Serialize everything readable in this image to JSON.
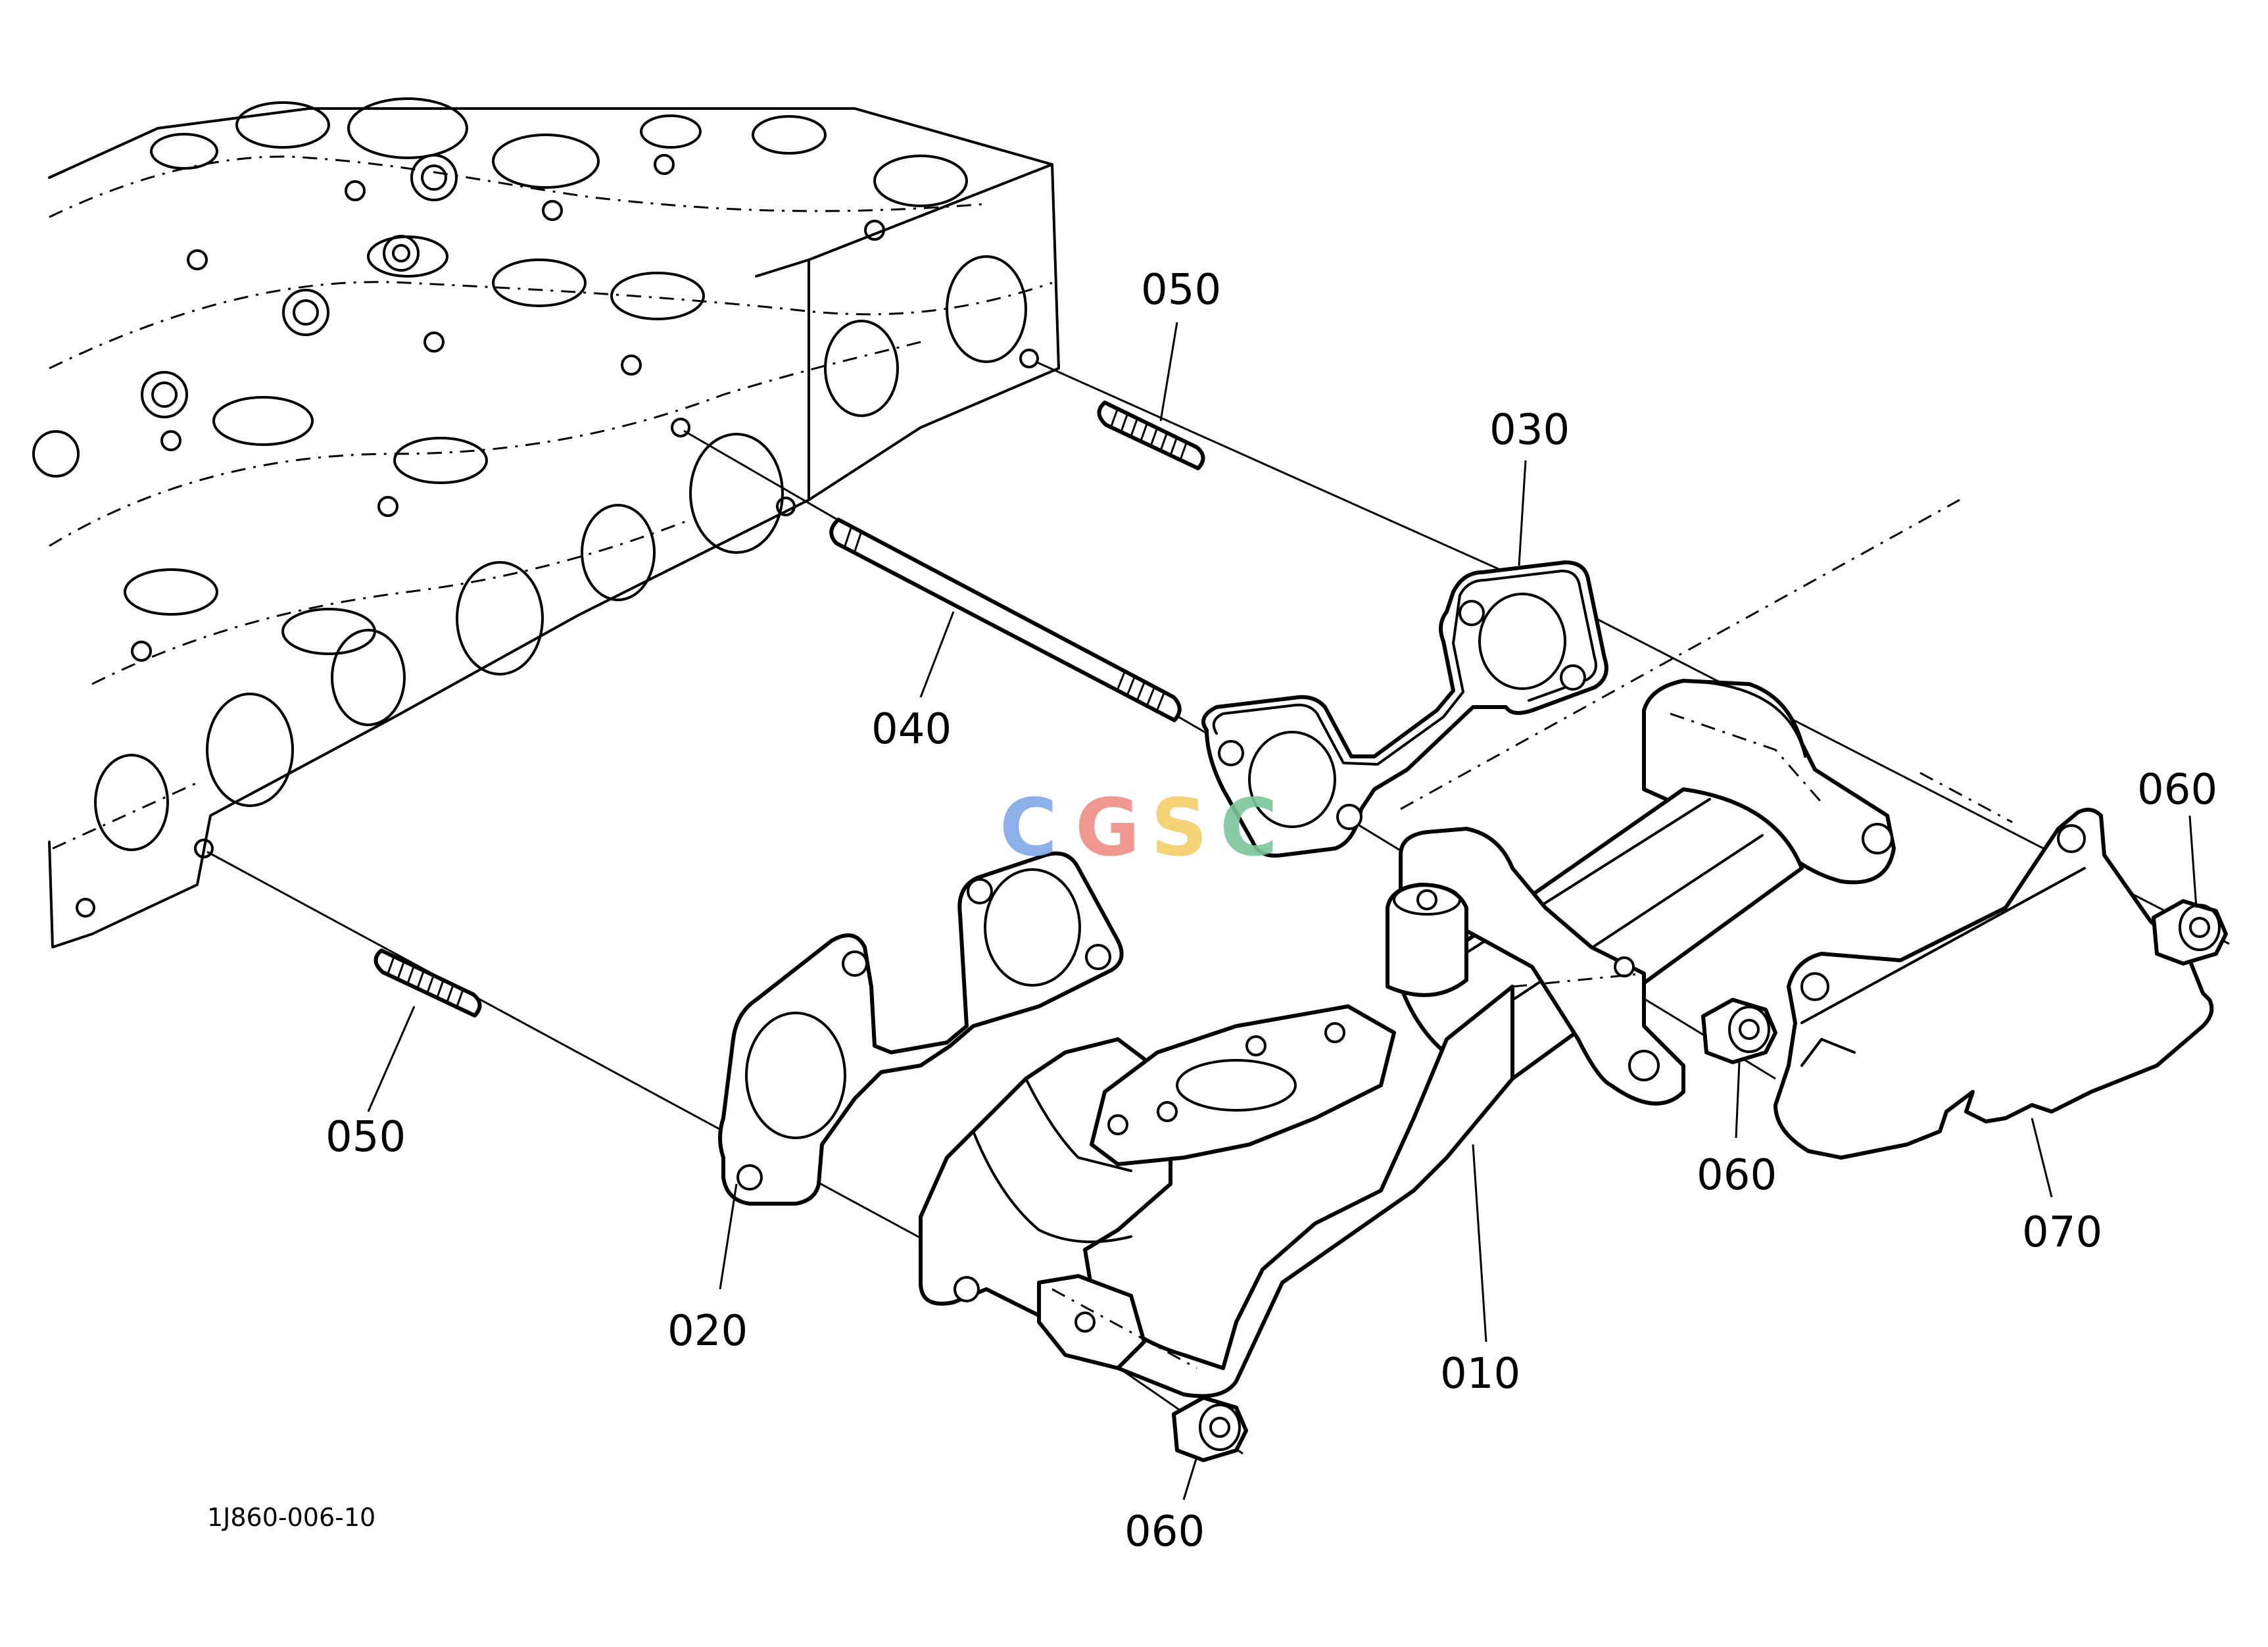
{
  "drawing_code": "1J860-006-10",
  "watermark": {
    "letters": [
      "C",
      "G",
      "S",
      "C"
    ],
    "colors": [
      "#7fa8e8",
      "#ee8f86",
      "#f3cf68",
      "#7cc79a"
    ]
  },
  "callouts": [
    {
      "id": "010",
      "part": "exhaust-manifold"
    },
    {
      "id": "020",
      "part": "gasket-front"
    },
    {
      "id": "030",
      "part": "gasket-rear"
    },
    {
      "id": "040",
      "part": "long-stud"
    },
    {
      "id": "050",
      "part": "short-stud-upper"
    },
    {
      "id": "050",
      "part": "short-stud-lower"
    },
    {
      "id": "060",
      "part": "nut-right"
    },
    {
      "id": "060",
      "part": "nut-middle"
    },
    {
      "id": "060",
      "part": "nut-bottom"
    },
    {
      "id": "070",
      "part": "heat-shield"
    }
  ]
}
